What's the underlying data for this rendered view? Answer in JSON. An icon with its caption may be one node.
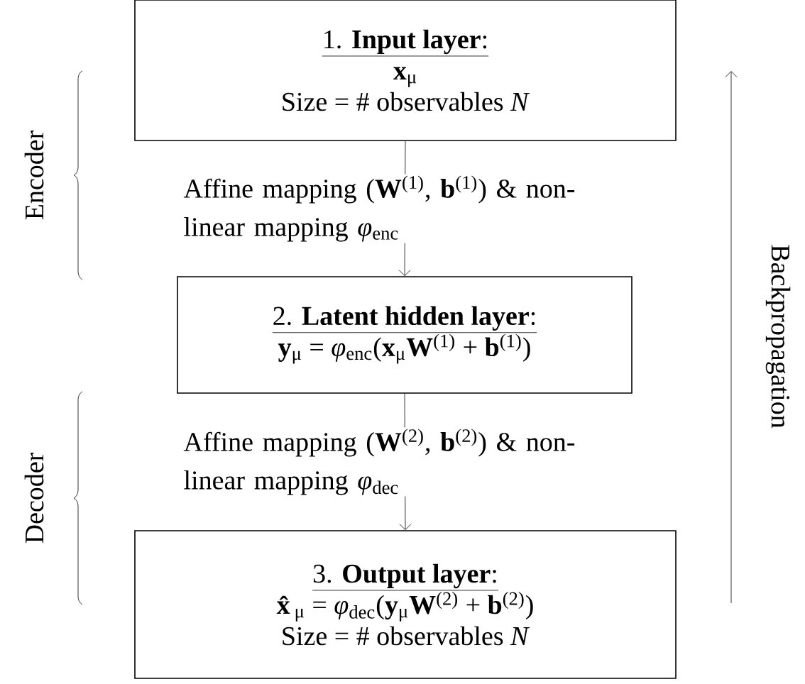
{
  "diagram": {
    "nodes": [
      {
        "text": [
          "1. **Input layer**:",
          "**x**$_{μ}$",
          "Size = # observables *N*"
        ]
      },
      {
        "text": [
          "2. **Latent hidden layer**:",
          "**y**$_{μ}$ = *φ*$_{enc}$(**x**$_{μ}$**W**$^{(1)}$ + **b**$^{(1)}$)"
        ]
      },
      {
        "text": [
          "3. **Output layer**:",
          "**x̂**$_{μ}$ = *φ*$_{dec}$(**y**$_{μ}$**W**$^{(2)}$ + **b**$^{(2)}$)",
          "Size = # observables *N*"
        ]
      }
    ],
    "edges": [
      {
        "from": 0,
        "to": 1,
        "arrow": "to",
        "label": "Affine mapping (**W**$^{(1)}$, **b**$^{(1)}$) & non-linear mapping *φ*$_{enc}$"
      },
      {
        "from": 1,
        "to": 2,
        "arrow": "to",
        "label": "Affine mapping (**W**$^{(2)}$, **b**$^{(2)}$) & non-linear mapping *φ*$_{dec}$"
      }
    ],
    "labels": [
      "Encoder",
      "Decoder",
      "Backpropagation"
    ]
  }
}
